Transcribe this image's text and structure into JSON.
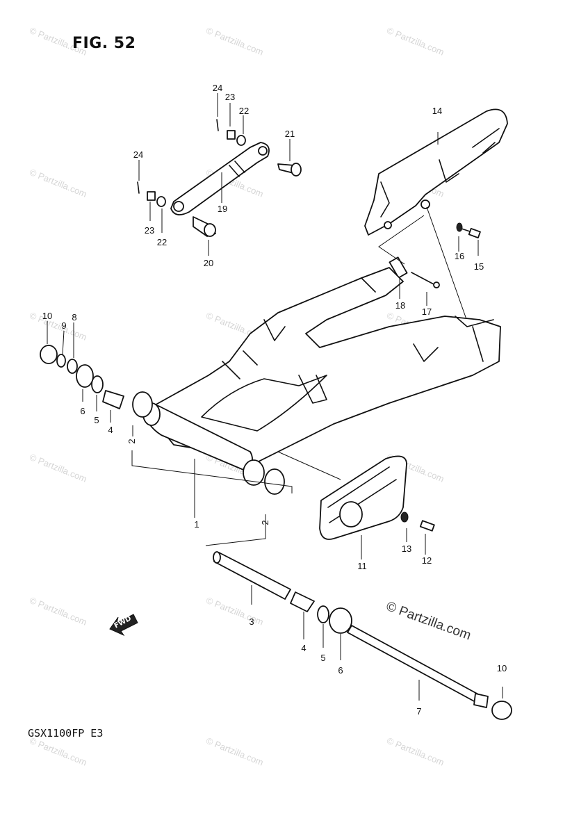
{
  "figure": {
    "title": "FIG. 52",
    "model": "GSX1100FP E3",
    "fwd_label": "FWD",
    "copyright": "© Partzilla.com",
    "watermark": "© Partzilla.com"
  },
  "callouts": [
    {
      "id": "1",
      "label": "1"
    },
    {
      "id": "2a",
      "label": "2"
    },
    {
      "id": "2b",
      "label": "2"
    },
    {
      "id": "3",
      "label": "3"
    },
    {
      "id": "4a",
      "label": "4"
    },
    {
      "id": "4b",
      "label": "4"
    },
    {
      "id": "5a",
      "label": "5"
    },
    {
      "id": "5b",
      "label": "5"
    },
    {
      "id": "6a",
      "label": "6"
    },
    {
      "id": "6b",
      "label": "6"
    },
    {
      "id": "7",
      "label": "7"
    },
    {
      "id": "8",
      "label": "8"
    },
    {
      "id": "9",
      "label": "9"
    },
    {
      "id": "10a",
      "label": "10"
    },
    {
      "id": "10b",
      "label": "10"
    },
    {
      "id": "11",
      "label": "11"
    },
    {
      "id": "12",
      "label": "12"
    },
    {
      "id": "13",
      "label": "13"
    },
    {
      "id": "14",
      "label": "14"
    },
    {
      "id": "15",
      "label": "15"
    },
    {
      "id": "16",
      "label": "16"
    },
    {
      "id": "17",
      "label": "17"
    },
    {
      "id": "18",
      "label": "18"
    },
    {
      "id": "19",
      "label": "19"
    },
    {
      "id": "20",
      "label": "20"
    },
    {
      "id": "21",
      "label": "21"
    },
    {
      "id": "22a",
      "label": "22"
    },
    {
      "id": "22b",
      "label": "22"
    },
    {
      "id": "23a",
      "label": "23"
    },
    {
      "id": "23b",
      "label": "23"
    },
    {
      "id": "24a",
      "label": "24"
    },
    {
      "id": "24b",
      "label": "24"
    }
  ]
}
